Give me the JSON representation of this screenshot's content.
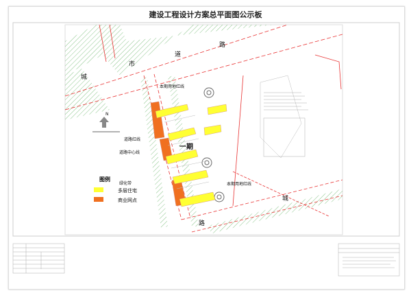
{
  "title": "建设工程设计方案总平面图公示板",
  "roads": {
    "top": [
      "城",
      "市",
      "道",
      "路"
    ],
    "bottom": [
      "城",
      "路"
    ]
  },
  "labels": {
    "site_boundary_top": "本期用地红线",
    "site_boundary_bottom": "本期用地红线",
    "road_red_line": "道路红线",
    "road_center_line": "道路中心线",
    "phase": "一期",
    "north": "N"
  },
  "legend": {
    "title": "图例",
    "green_belt": "绿化带",
    "items": [
      {
        "label": "多层住宅",
        "color": "#ffff33"
      },
      {
        "label": "商业网点",
        "color": "#f07020"
      }
    ]
  },
  "colors": {
    "red_line": "#e83030",
    "green_hatch": "#44aa44",
    "residential": "#ffff33",
    "commercial": "#f07020"
  }
}
